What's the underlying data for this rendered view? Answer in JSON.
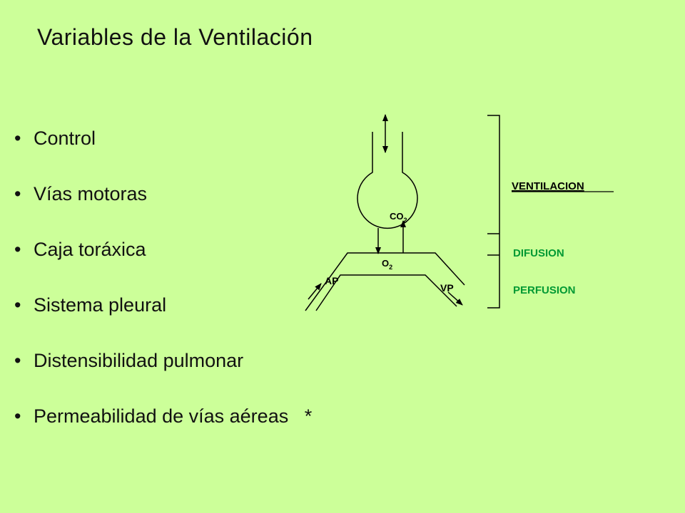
{
  "slide": {
    "title": "Variables de la Ventilación",
    "bullet_symbol": "•",
    "bullets": [
      "Control",
      "Vías motoras",
      "Caja toráxica",
      "Sistema pleural",
      "Distensibilidad pulmonar",
      "Permeabilidad de vías aéreas   *"
    ]
  },
  "diagram": {
    "co2_label": "CO",
    "co2_sub": "2",
    "o2_label": "O",
    "o2_sub": "2",
    "ap_label": "AP",
    "vp_label": "VP",
    "ventilacion_label": "VENTILACION",
    "difusion_label": "DIFUSION",
    "perfusion_label": "PERFUSION",
    "colors": {
      "ventilacion": "#000000",
      "difusion": "#009933",
      "perfusion": "#009933",
      "lines": "#000000"
    }
  }
}
